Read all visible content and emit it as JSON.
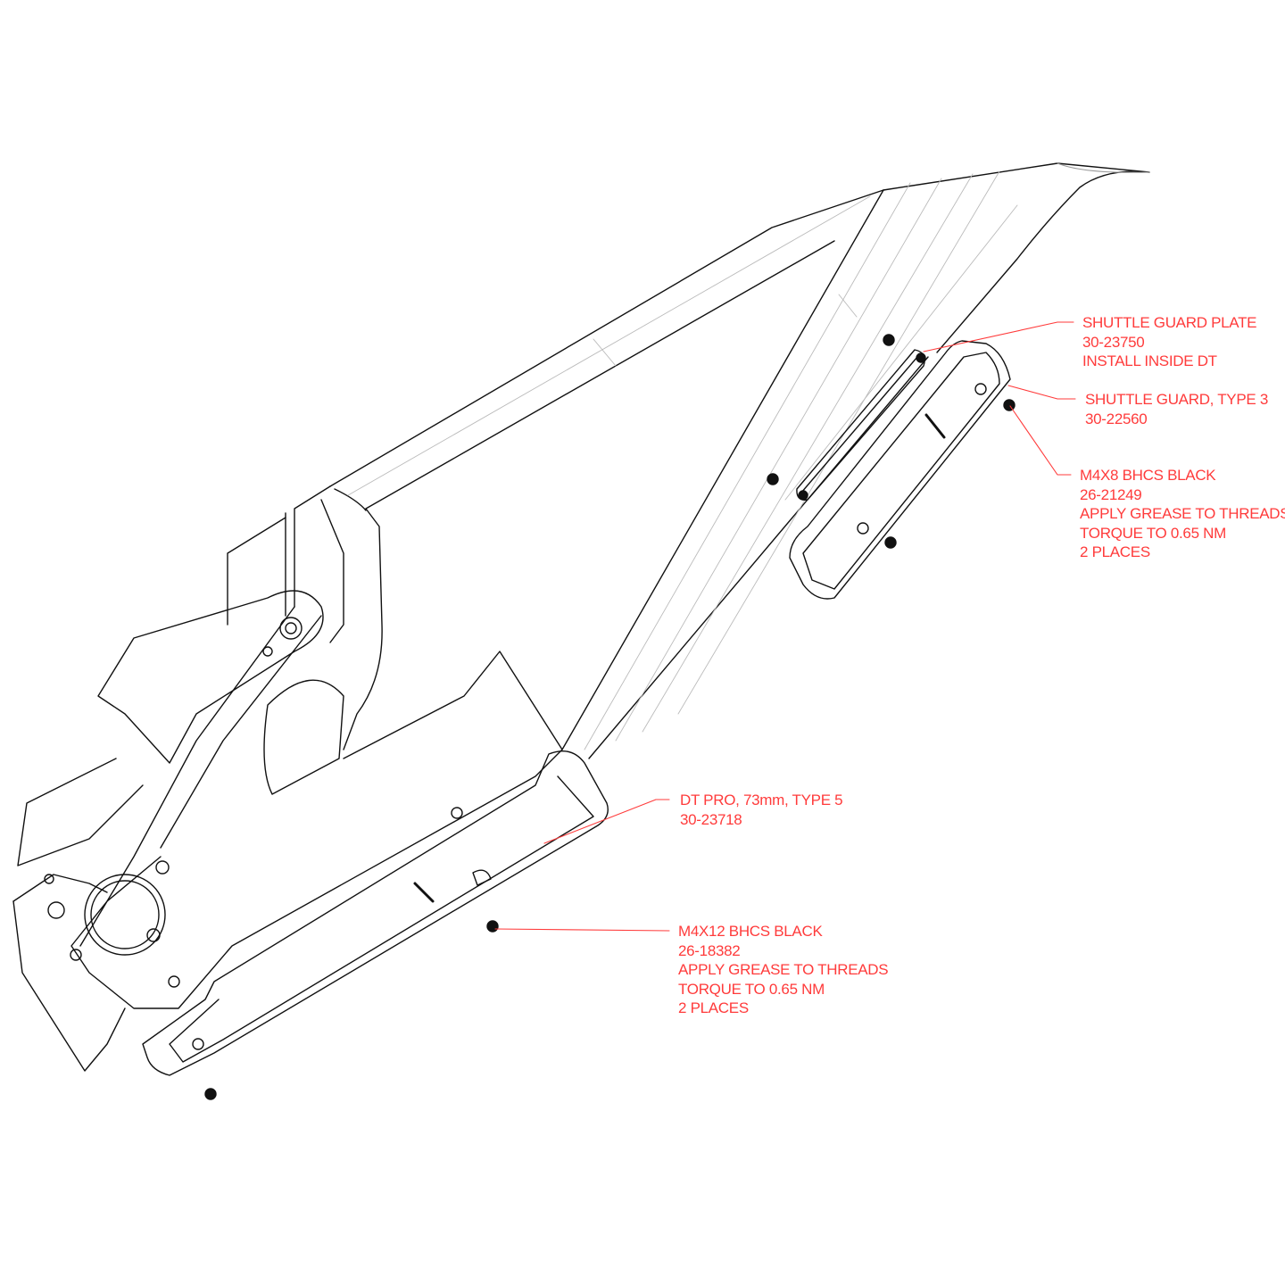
{
  "diagram": {
    "accent_color": "#ff3b3b",
    "line_color": "#111111",
    "callouts": [
      {
        "lines": [
          "SHUTTLE GUARD PLATE",
          "30-23750",
          "INSTALL INSIDE DT"
        ]
      },
      {
        "lines": [
          "SHUTTLE GUARD, TYPE 3",
          "30-22560"
        ]
      },
      {
        "lines": [
          "M4X8 BHCS BLACK",
          "26-21249",
          "APPLY GREASE TO THREADS",
          "TORQUE TO 0.65 NM",
          "2 PLACES"
        ]
      },
      {
        "lines": [
          "DT PRO, 73mm, TYPE 5",
          "30-23718"
        ]
      },
      {
        "lines": [
          "M4X12 BHCS BLACK",
          "26-18382",
          "APPLY GREASE TO THREADS",
          "TORQUE TO 0.65 NM",
          "2 PLACES"
        ]
      }
    ]
  }
}
